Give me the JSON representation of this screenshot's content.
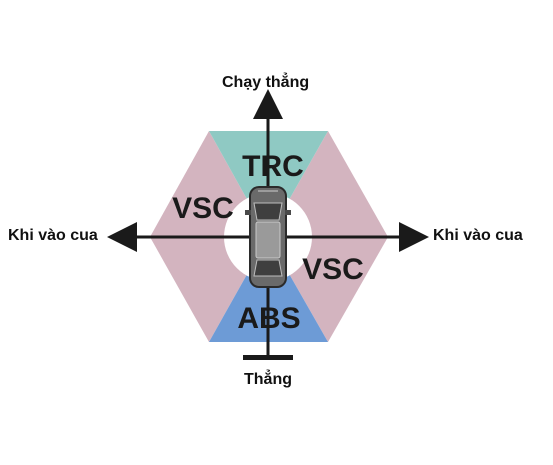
{
  "labels": {
    "top": "Chạy thẳng",
    "bottom": "Thẳng",
    "left": "Khi vào cua",
    "right": "Khi vào cua"
  },
  "zones": {
    "trc": "TRC",
    "abs": "ABS",
    "vsc_left": "VSC",
    "vsc_right": "VSC"
  },
  "colors": {
    "trc": "#8fc9c3",
    "abs": "#6d9bd6",
    "vsc": "#d3b4bf",
    "axis": "#1a1a1a"
  }
}
